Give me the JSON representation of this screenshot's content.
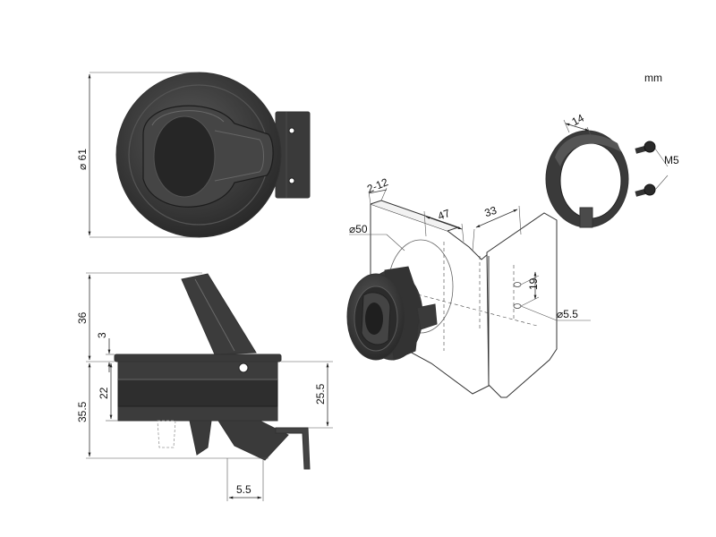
{
  "units": "mm",
  "dims": {
    "diameter": "⌀ 61",
    "height_total": "36",
    "rim": "3",
    "depth_total": "35.5",
    "body": "22",
    "right_depth": "25.5",
    "bottom": "5.5",
    "panel_thickness": "2-12",
    "hole_dia": "⌀50",
    "depth_47": "47",
    "width_33": "33",
    "ring_width": "14",
    "screw": "M5",
    "spacing_19": "19",
    "small_hole": "⌀5.5"
  },
  "colors": {
    "body": "#3a3a3a",
    "body_dark": "#222222",
    "body_light": "#5a5a5a",
    "line": "#333333"
  }
}
